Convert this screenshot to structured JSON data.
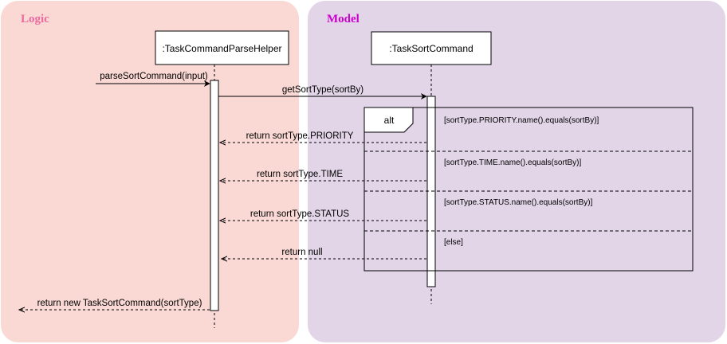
{
  "diagram": {
    "lanes": [
      {
        "id": "logic",
        "title": "Logic",
        "fill": "#fad9d5",
        "title_color": "#ea6b9e"
      },
      {
        "id": "model",
        "title": "Model",
        "fill": "#e1d5e7",
        "title_color": "#cc00cc"
      }
    ],
    "participants": [
      {
        "id": "parse_helper",
        "label": ":TaskCommandParseHelper"
      },
      {
        "id": "sort_command",
        "label": ":TaskSortCommand"
      }
    ],
    "messages": [
      {
        "id": "parse_sort",
        "label": "parseSortCommand(input)",
        "kind": "sync"
      },
      {
        "id": "get_sort_type",
        "label": "getSortType(sortBy)",
        "kind": "sync"
      },
      {
        "id": "return_priority",
        "label": "return sortType.PRIORITY",
        "kind": "return"
      },
      {
        "id": "return_time",
        "label": "return sortType.TIME",
        "kind": "return"
      },
      {
        "id": "return_status",
        "label": "return sortType.STATUS",
        "kind": "return"
      },
      {
        "id": "return_null",
        "label": "return null",
        "kind": "return"
      },
      {
        "id": "return_new",
        "label": "return new TaskSortCommand(sortType)",
        "kind": "return"
      }
    ],
    "alt_fragment": {
      "label": "alt",
      "guards": [
        "[sortType.PRIORITY.name().equals(sortBy)]",
        "[sortType.TIME.name().equals(sortBy)]",
        "[sortType.STATUS.name().equals(sortBy)]",
        "[else]"
      ]
    }
  }
}
